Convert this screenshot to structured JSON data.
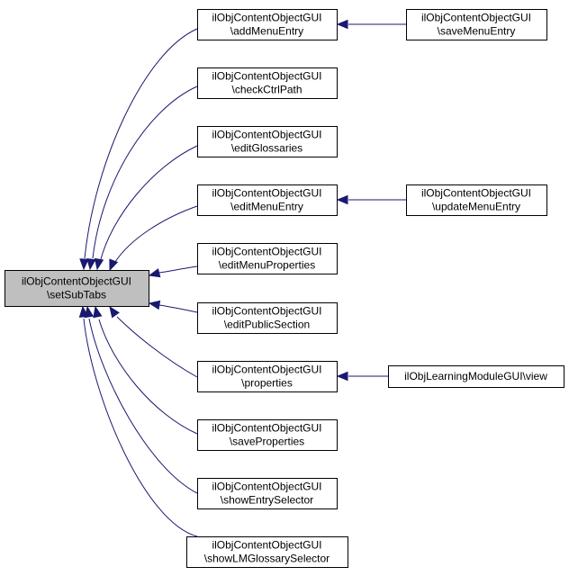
{
  "diagram": {
    "type": "call-graph",
    "edge_color": "#191970",
    "focus_fill": "#bfbfbf",
    "nodes": [
      {
        "id": "root",
        "lines": [
          "ilObjContentObjectGUI",
          "\\setSubTabs"
        ],
        "focus": true
      },
      {
        "id": "addMenuEntry",
        "lines": [
          "ilObjContentObjectGUI",
          "\\addMenuEntry"
        ]
      },
      {
        "id": "checkCtrlPath",
        "lines": [
          "ilObjContentObjectGUI",
          "\\checkCtrlPath"
        ]
      },
      {
        "id": "editGlossaries",
        "lines": [
          "ilObjContentObjectGUI",
          "\\editGlossaries"
        ]
      },
      {
        "id": "editMenuEntry",
        "lines": [
          "ilObjContentObjectGUI",
          "\\editMenuEntry"
        ]
      },
      {
        "id": "editMenuProperties",
        "lines": [
          "ilObjContentObjectGUI",
          "\\editMenuProperties"
        ]
      },
      {
        "id": "editPublicSection",
        "lines": [
          "ilObjContentObjectGUI",
          "\\editPublicSection"
        ]
      },
      {
        "id": "properties",
        "lines": [
          "ilObjContentObjectGUI",
          "\\properties"
        ]
      },
      {
        "id": "saveProperties",
        "lines": [
          "ilObjContentObjectGUI",
          "\\saveProperties"
        ]
      },
      {
        "id": "showEntrySelector",
        "lines": [
          "ilObjContentObjectGUI",
          "\\showEntrySelector"
        ]
      },
      {
        "id": "showLMGlossarySelector",
        "lines": [
          "ilObjContentObjectGUI",
          "\\showLMGlossarySelector"
        ]
      },
      {
        "id": "saveMenuEntry",
        "lines": [
          "ilObjContentObjectGUI",
          "\\saveMenuEntry"
        ]
      },
      {
        "id": "updateMenuEntry",
        "lines": [
          "ilObjContentObjectGUI",
          "\\updateMenuEntry"
        ]
      },
      {
        "id": "lmView",
        "lines": [
          "ilObjLearningModuleGUI\\view"
        ]
      }
    ],
    "edges": [
      {
        "from": "addMenuEntry",
        "to": "root"
      },
      {
        "from": "checkCtrlPath",
        "to": "root"
      },
      {
        "from": "editGlossaries",
        "to": "root"
      },
      {
        "from": "editMenuEntry",
        "to": "root"
      },
      {
        "from": "editMenuProperties",
        "to": "root"
      },
      {
        "from": "editPublicSection",
        "to": "root"
      },
      {
        "from": "properties",
        "to": "root"
      },
      {
        "from": "saveProperties",
        "to": "root"
      },
      {
        "from": "showEntrySelector",
        "to": "root"
      },
      {
        "from": "showLMGlossarySelector",
        "to": "root"
      },
      {
        "from": "saveMenuEntry",
        "to": "addMenuEntry"
      },
      {
        "from": "updateMenuEntry",
        "to": "editMenuEntry"
      },
      {
        "from": "lmView",
        "to": "properties"
      }
    ]
  }
}
